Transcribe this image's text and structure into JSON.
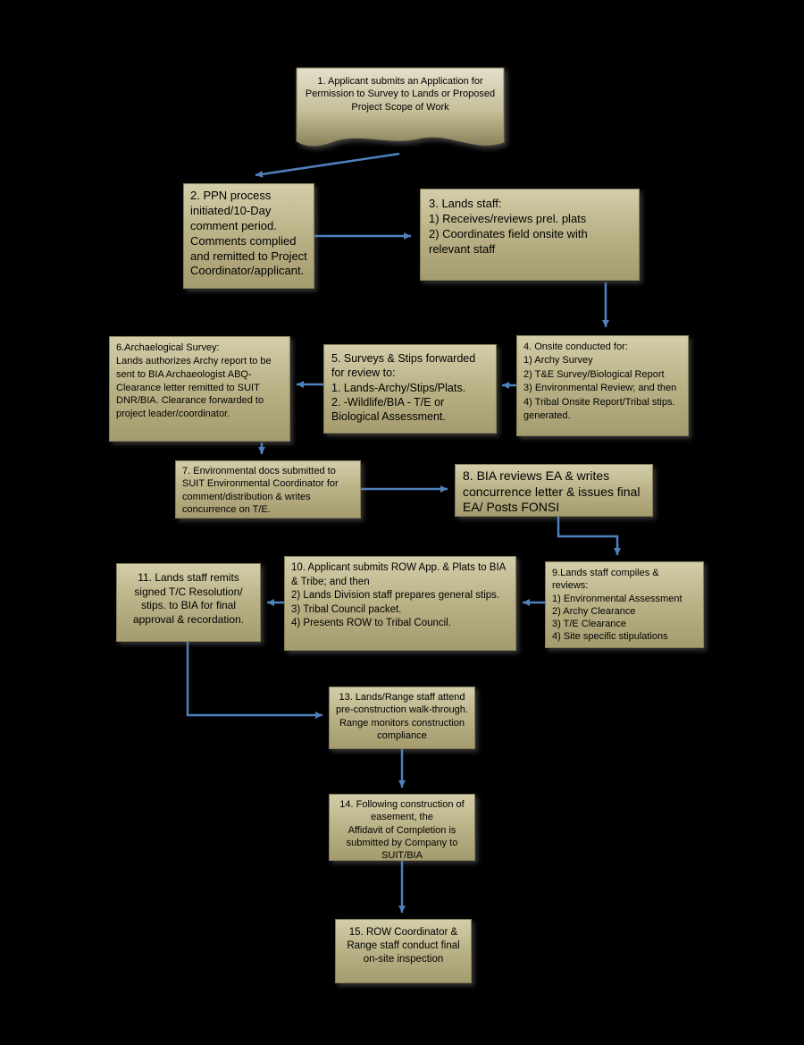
{
  "theme": {
    "background": "#000000",
    "arrow_color": "#4f81bd",
    "node_fill_top": "#d3cdaa",
    "node_fill_mid": "#bcb489",
    "node_fill_bottom": "#a49c6e",
    "node_border": "#857e58",
    "doc_fill_top": "#e4dfcc",
    "doc_fill_mid": "#c6bf99",
    "doc_fill_bottom": "#8a825a",
    "text_color": "#000000"
  },
  "diagram": {
    "type": "flowchart",
    "nodes": {
      "1": {
        "shape": "document",
        "label": "1. Applicant submits an Application for Permission to Survey to Lands  or Proposed Project Scope of Work"
      },
      "2": {
        "shape": "rect",
        "label": "2. PPN process initiated/10-Day comment period. Comments complied and remitted to Project Coordinator/applicant."
      },
      "3": {
        "shape": "rect",
        "label": "3. Lands staff:\n1) Receives/reviews prel. plats\n2) Coordinates field onsite with relevant staff"
      },
      "4": {
        "shape": "rect",
        "label": "4. Onsite conducted for:\n1) Archy Survey\n2) T&E Survey/Biological Report\n3) Environmental Review; and then\n4) Tribal Onsite Report/Tribal stips. generated."
      },
      "5": {
        "shape": "rect",
        "label": "5. Surveys & Stips  forwarded for review to:\n1. Lands-Archy/Stips/Plats.\n2. -Wildlife/BIA -  T/E or Biological Assessment."
      },
      "6": {
        "shape": "rect",
        "label": "6.Archaelogical Survey:\nLands authorizes Archy report to be sent to BIA Archaeologist ABQ- Clearance letter remitted to SUIT DNR/BIA. Clearance forwarded to project leader/coordinator."
      },
      "7": {
        "shape": "rect",
        "label": "7. Environmental docs submitted to SUIT Environmental Coordinator for comment/distribution & writes concurrence on T/E."
      },
      "8": {
        "shape": "rect",
        "label": "8. BIA reviews EA & writes concurrence letter & issues final EA/ Posts FONSI"
      },
      "9": {
        "shape": "rect",
        "label": "9.Lands staff compiles & reviews:\n1) Environmental Assessment\n2) Archy Clearance\n3) T/E Clearance\n4) Site specific stipulations"
      },
      "10": {
        "shape": "rect",
        "label": "10. Applicant submits ROW App. & Plats to BIA & Tribe; and then\n2) Lands Division staff prepares general stips.\n3) Tribal Council packet.\n4) Presents ROW to Tribal Council."
      },
      "11": {
        "shape": "rect",
        "label": "11. Lands staff remits signed T/C Resolution/ stips. to BIA  for final approval & recordation."
      },
      "13": {
        "shape": "rect",
        "label": "13. Lands/Range staff attend pre-construction walk-through. Range monitors construction compliance"
      },
      "14": {
        "shape": "rect",
        "label": "14. Following construction of easement, the\nAffidavit of Completion is submitted by Company to SUIT/BIA"
      },
      "15": {
        "shape": "rect",
        "label": "15. ROW Coordinator & Range staff conduct final on-site inspection"
      }
    },
    "edges": [
      {
        "from": "1",
        "to": "2"
      },
      {
        "from": "2",
        "to": "3"
      },
      {
        "from": "3",
        "to": "4"
      },
      {
        "from": "4",
        "to": "5"
      },
      {
        "from": "5",
        "to": "6"
      },
      {
        "from": "6",
        "to": "7"
      },
      {
        "from": "7",
        "to": "8"
      },
      {
        "from": "8",
        "to": "9"
      },
      {
        "from": "9",
        "to": "10"
      },
      {
        "from": "10",
        "to": "11"
      },
      {
        "from": "11",
        "to": "13"
      },
      {
        "from": "13",
        "to": "14"
      },
      {
        "from": "14",
        "to": "15"
      }
    ]
  }
}
